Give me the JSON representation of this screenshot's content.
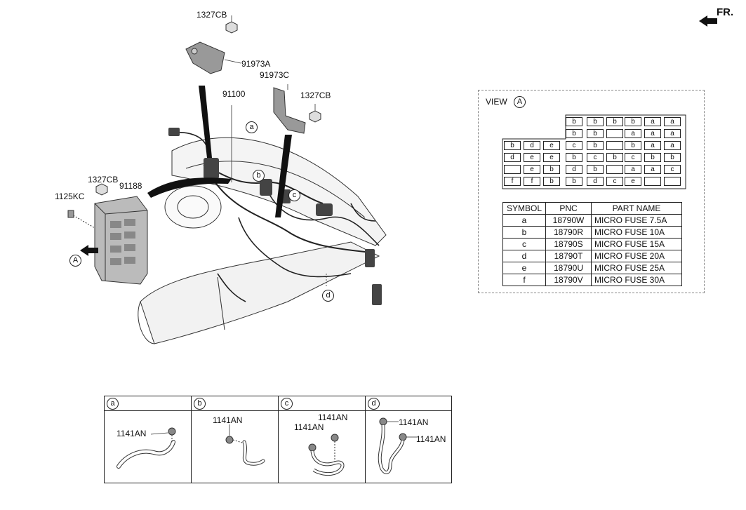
{
  "orientation": {
    "label": "FR."
  },
  "callouts": {
    "p1327cb_top": "1327CB",
    "p91973a": "91973A",
    "p91973c": "91973C",
    "p1327cb_right": "1327CB",
    "p91100": "91100",
    "p1327cb_left": "1327CB",
    "p91188": "91188",
    "p1125kc": "1125KC"
  },
  "markers": {
    "a": "a",
    "b": "b",
    "c": "c",
    "d": "d",
    "view_a": "A"
  },
  "view": {
    "title": "VIEW",
    "ref": "A",
    "rows": [
      [
        "b",
        "b",
        "b",
        "b",
        "a",
        "a"
      ],
      [
        "b",
        "b",
        "",
        "a",
        "a",
        "a"
      ],
      [
        "b",
        "d",
        "e",
        "c",
        "b",
        "",
        "b",
        "a",
        "a"
      ],
      [
        "d",
        "e",
        "e",
        "b",
        "c",
        "b",
        "c",
        "b",
        "b"
      ],
      [
        "",
        "e",
        "b",
        "d",
        "b",
        "",
        "a",
        "a",
        "c"
      ],
      [
        "f",
        "f",
        "b",
        "b",
        "d",
        "c",
        "e",
        "",
        ""
      ]
    ],
    "table": {
      "headers": [
        "SYMBOL",
        "PNC",
        "PART NAME"
      ],
      "rows": [
        [
          "a",
          "18790W",
          "MICRO FUSE 7.5A"
        ],
        [
          "b",
          "18790R",
          "MICRO FUSE 10A"
        ],
        [
          "c",
          "18790S",
          "MICRO FUSE 15A"
        ],
        [
          "d",
          "18790T",
          "MICRO FUSE 20A"
        ],
        [
          "e",
          "18790U",
          "MICRO FUSE 25A"
        ],
        [
          "f",
          "18790V",
          "MICRO FUSE 30A"
        ]
      ]
    }
  },
  "details": [
    {
      "key": "a",
      "labels": [
        "1141AN"
      ]
    },
    {
      "key": "b",
      "labels": [
        "1141AN"
      ]
    },
    {
      "key": "c",
      "labels": [
        "1141AN",
        "1141AN"
      ]
    },
    {
      "key": "d",
      "labels": [
        "1141AN",
        "1141AN"
      ]
    }
  ]
}
